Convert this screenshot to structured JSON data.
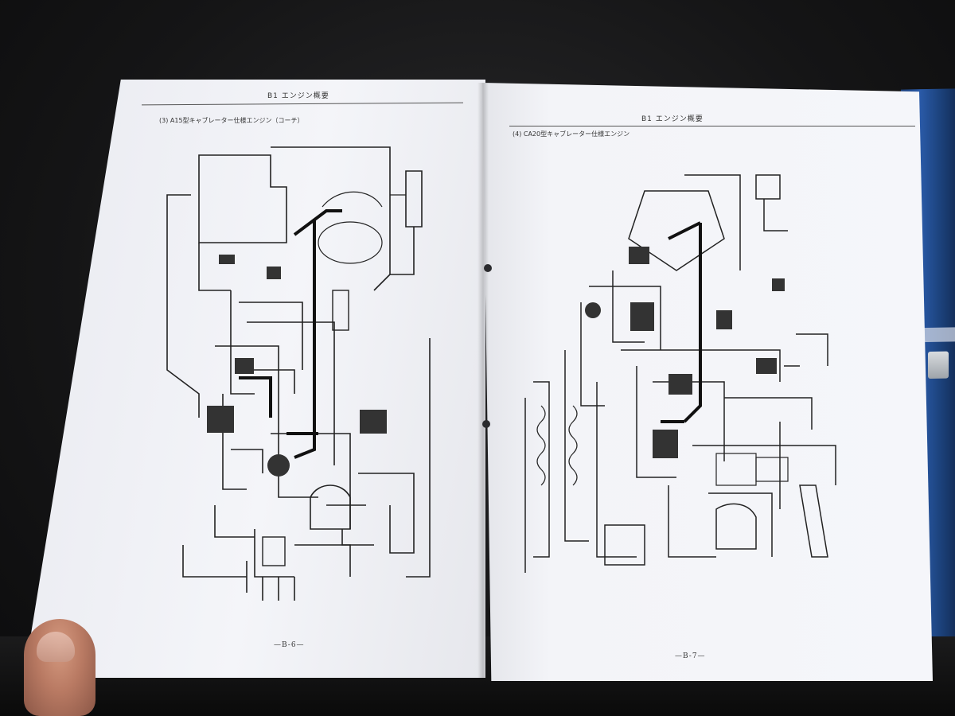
{
  "left_page": {
    "header": "B1 エンジン概要",
    "section_title": "(3) A15型キャブレーター仕様エンジン（コーチ）",
    "page_number": "—B-6—"
  },
  "right_page": {
    "header": "B1 エンジン概要",
    "section_title": "(4) CA20型キャブレーター仕様エンジン",
    "page_number": "—B-7—"
  }
}
